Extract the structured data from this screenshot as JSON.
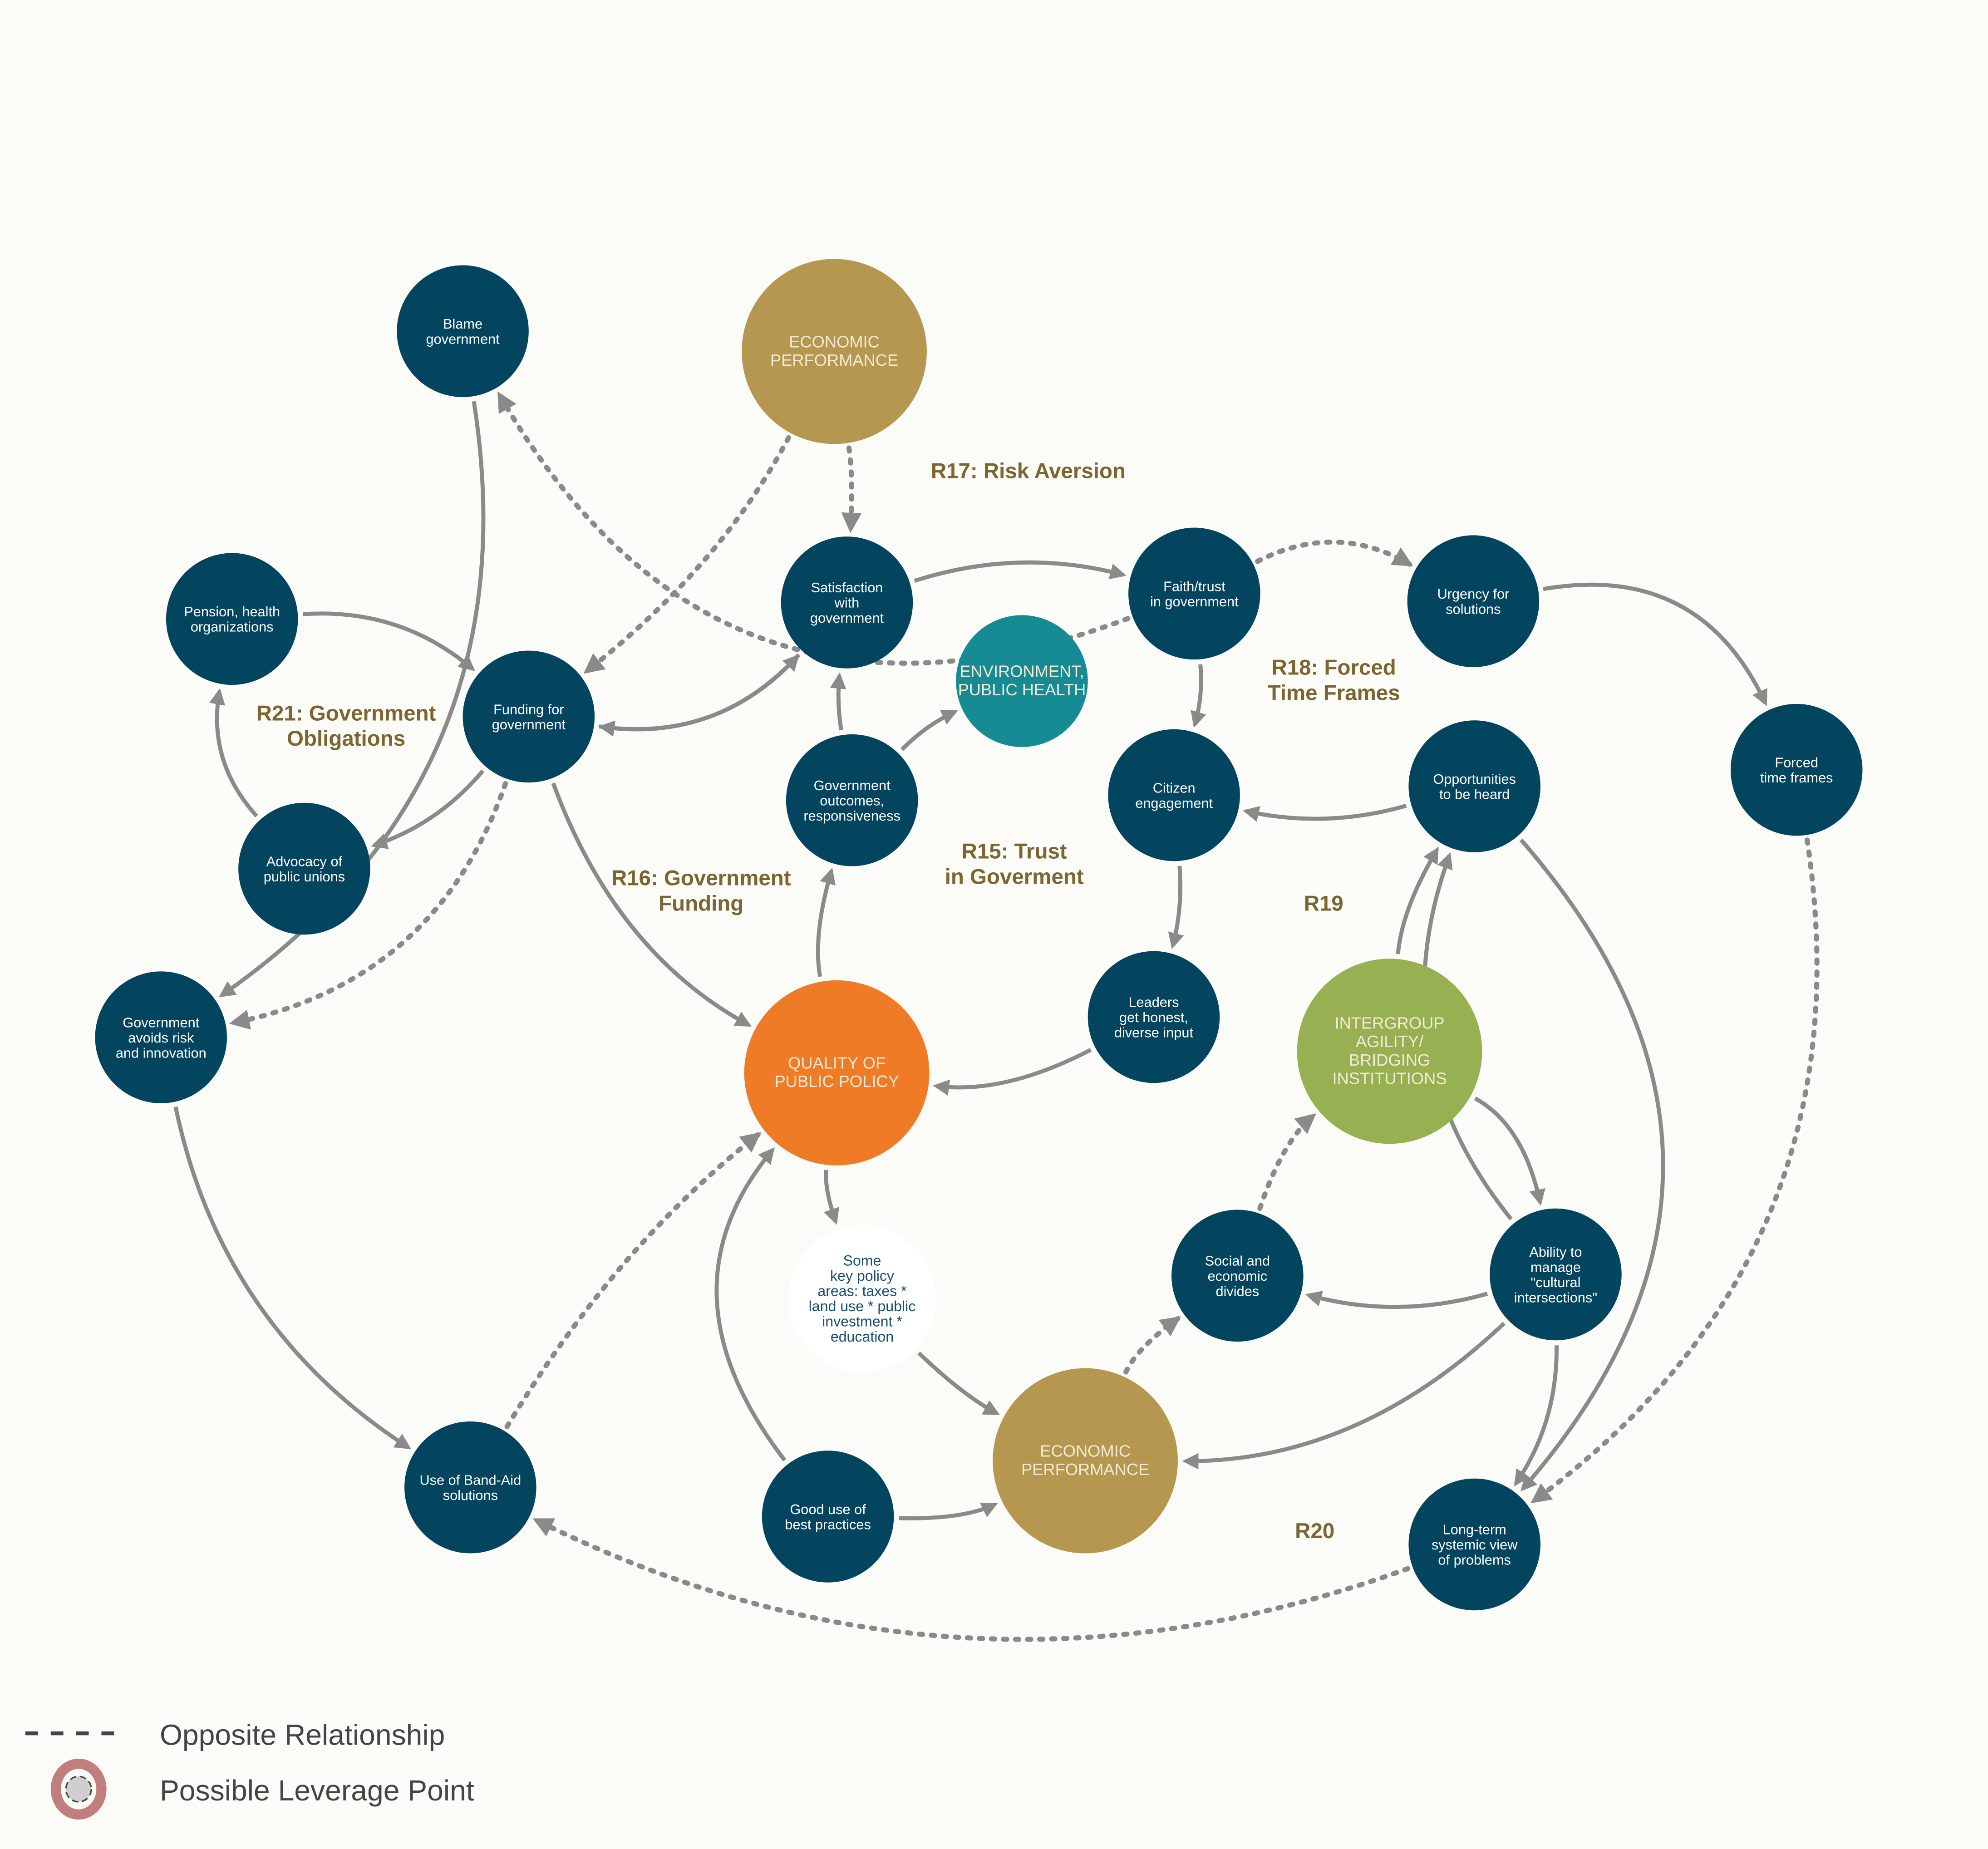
{
  "colors": {
    "node": "#03445f",
    "gold": "#b59750",
    "orange": "#f07b27",
    "teal": "#178b94",
    "green": "#97b052",
    "edge": "#8a8a8a",
    "loop_label": "#7b6530",
    "leverage": "#c27d7d"
  },
  "nodes": {
    "blame": {
      "lines": [
        "Blame",
        "government"
      ]
    },
    "econ1": {
      "lines": [
        "ECONOMIC",
        "PERFORMANCE"
      ]
    },
    "pension": {
      "lines": [
        "Pension, health",
        "organizations"
      ]
    },
    "funding": {
      "lines": [
        "Funding for",
        "government"
      ]
    },
    "satisfaction": {
      "lines": [
        "Satisfaction",
        "with",
        "government"
      ]
    },
    "faith": {
      "lines": [
        "Faith/trust",
        "in government"
      ]
    },
    "urgency": {
      "lines": [
        "Urgency for",
        "solutions"
      ]
    },
    "env": {
      "lines": [
        "ENVIRONMENT,",
        "PUBLIC HEALTH"
      ]
    },
    "govout": {
      "lines": [
        "Government",
        "outcomes,",
        "responsiveness"
      ]
    },
    "citizen": {
      "lines": [
        "Citizen",
        "engagement"
      ]
    },
    "opps": {
      "lines": [
        "Opportunities",
        "to be heard"
      ]
    },
    "forced": {
      "lines": [
        "Forced",
        "time frames"
      ]
    },
    "advocacy": {
      "lines": [
        "Advocacy of",
        "public unions"
      ]
    },
    "govavoid": {
      "lines": [
        "Government",
        "avoids risk",
        "and innovation"
      ]
    },
    "leaders": {
      "lines": [
        "Leaders",
        "get honest,",
        "diverse input"
      ]
    },
    "quality": {
      "lines": [
        "QUALITY OF",
        "PUBLIC POLICY"
      ]
    },
    "intergroup": {
      "lines": [
        "INTERGROUP",
        "AGILITY/",
        "BRIDGING",
        "INSTITUTIONS"
      ]
    },
    "keypolicy": {
      "lines": [
        "Some",
        "key policy",
        "areas: taxes *",
        "land use * public",
        "investment *",
        "education"
      ]
    },
    "social": {
      "lines": [
        "Social and",
        "economic",
        "divides"
      ]
    },
    "ability": {
      "lines": [
        "Ability to",
        "manage",
        "\"cultural",
        "intersections\""
      ]
    },
    "bandaid": {
      "lines": [
        "Use of Band-Aid",
        "solutions"
      ]
    },
    "gooduse": {
      "lines": [
        "Good use of",
        "best practices"
      ]
    },
    "econ2": {
      "lines": [
        "ECONOMIC",
        "PERFORMANCE"
      ]
    },
    "longterm": {
      "lines": [
        "Long-term",
        "systemic view",
        "of problems"
      ]
    }
  },
  "loops": {
    "r17": {
      "lines": [
        "R17: Risk Aversion"
      ]
    },
    "r21": {
      "lines": [
        "R21: Government",
        "Obligations"
      ]
    },
    "r18": {
      "lines": [
        "R18: Forced",
        "Time Frames"
      ]
    },
    "r15": {
      "lines": [
        "R15: Trust",
        "in Goverment"
      ]
    },
    "r16": {
      "lines": [
        "R16: Government",
        "Funding"
      ]
    },
    "r19": {
      "lines": [
        "R19"
      ]
    },
    "r20": {
      "lines": [
        "R20"
      ]
    }
  },
  "legend": {
    "opposite": "Opposite Relationship",
    "leverage": "Possible Leverage Point"
  }
}
